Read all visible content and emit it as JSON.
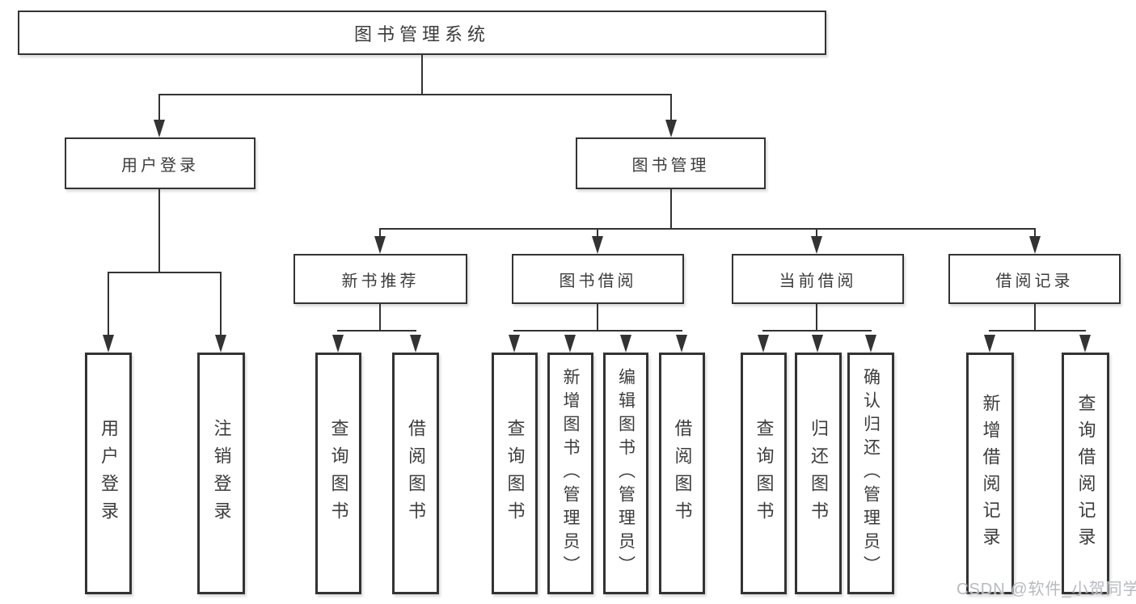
{
  "diagram": {
    "root": {
      "label": "图书管理系统"
    },
    "level2": [
      {
        "label": "用户登录",
        "children": [
          {
            "label": "用户登录"
          },
          {
            "label": "注销登录"
          }
        ]
      },
      {
        "label": "图书管理",
        "children": [
          {
            "label": "新书推荐",
            "children": [
              {
                "label": "查询图书"
              },
              {
                "label": "借阅图书"
              }
            ]
          },
          {
            "label": "图书借阅",
            "children": [
              {
                "label": "查询图书"
              },
              {
                "label": "新增图书（管理员）"
              },
              {
                "label": "编辑图书（管理员）"
              },
              {
                "label": "借阅图书"
              }
            ]
          },
          {
            "label": "当前借阅",
            "children": [
              {
                "label": "查询图书"
              },
              {
                "label": "归还图书"
              },
              {
                "label": "确认归还（管理员）"
              }
            ]
          },
          {
            "label": "借阅记录",
            "children": [
              {
                "label": "新增借阅记录"
              },
              {
                "label": "查询借阅记录"
              }
            ]
          }
        ]
      }
    ]
  },
  "watermark": {
    "text": "CSDN @软件_小贺同学"
  },
  "colors": {
    "line": "#333333",
    "text": "#3c3c3c",
    "watermark": "#b6bac1",
    "background": "#ffffff"
  }
}
